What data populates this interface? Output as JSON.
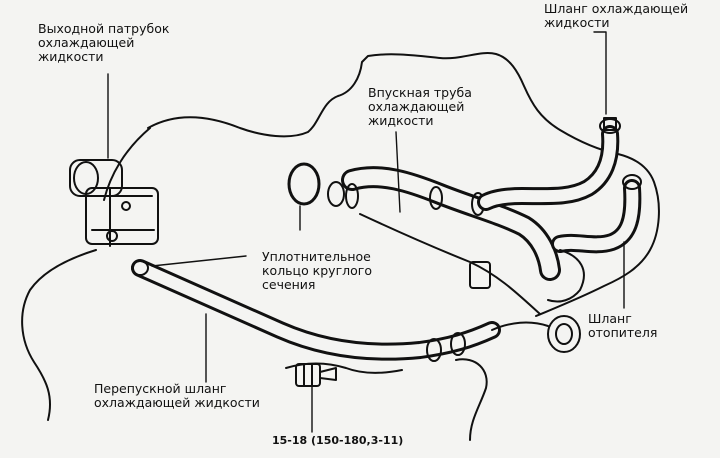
{
  "labels": {
    "outlet": [
      "Выходной патрубок",
      "охлаждающей",
      "жидкости"
    ],
    "coolant_hose_top": [
      "Шланг охлаждающей",
      "жидкости"
    ],
    "intake_pipe": [
      "Впускная труба",
      "охлаждающей",
      "жидкости"
    ],
    "o_ring": [
      "Уплотнительное",
      "кольцо круглого",
      "сечения"
    ],
    "heater_hose": [
      "Шланг",
      "отопителя"
    ],
    "bypass_hose": [
      "Перепускной шланг",
      "охлаждающей жидкости"
    ],
    "torque": "15-18 (150-180,3-11)"
  },
  "colors": {
    "ink": "#111111",
    "paper": "#f4f4f2"
  }
}
